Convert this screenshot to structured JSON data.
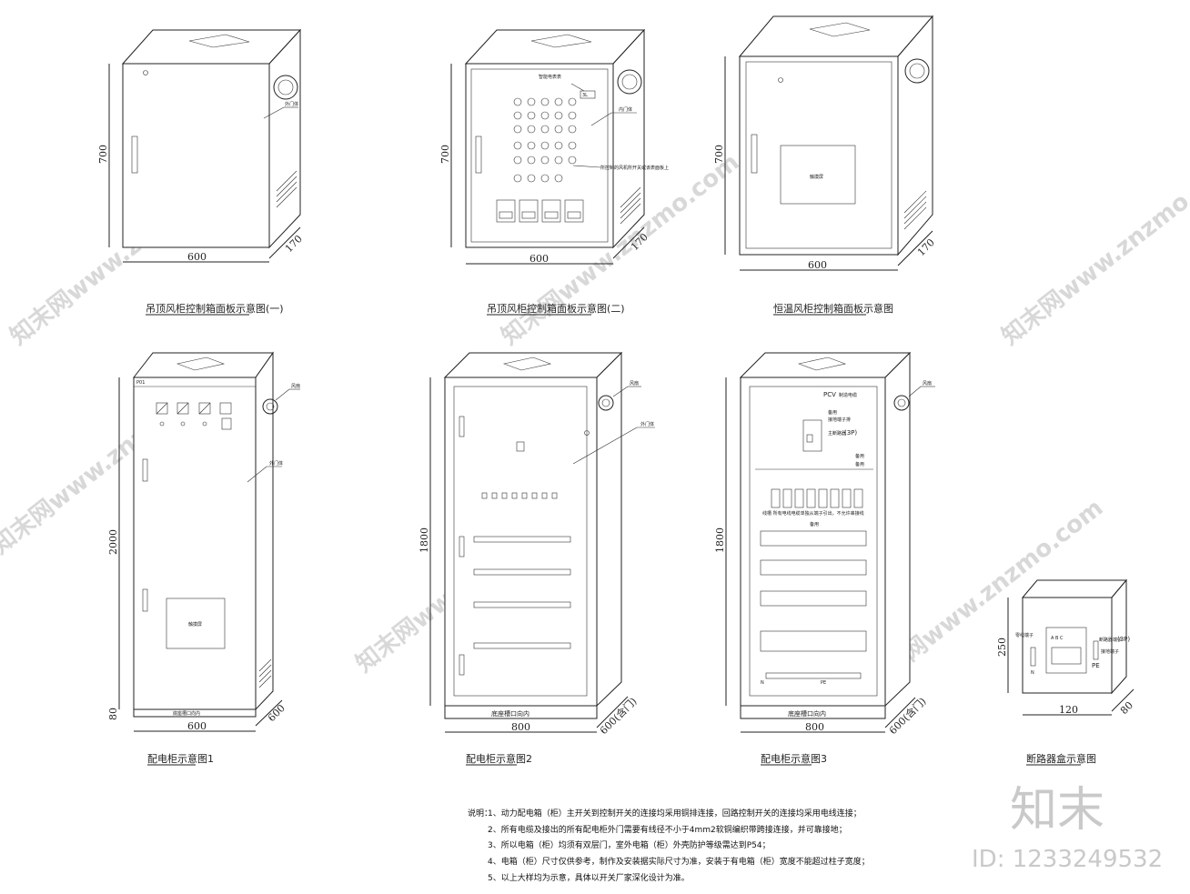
{
  "panels": {
    "p1": {
      "caption": "吊顶风柜控制箱面板示意图(一)",
      "h": "700",
      "w": "600",
      "d": "170",
      "door_label": "外门体"
    },
    "p2": {
      "caption": "吊顶风柜控制箱面板示意图(二)",
      "h": "700",
      "w": "600",
      "d": "170",
      "door_label": "内门体",
      "meter_label": "智能电表表",
      "meter_box": "3L",
      "switch_note": "所控制的风机所开关或该表面板上"
    },
    "p3": {
      "caption": "恒温风柜控制箱面板示意图",
      "h": "700",
      "w": "600",
      "d": "170",
      "panel_label": "触摸屏"
    },
    "p4": {
      "caption": "配电柜示意图1",
      "h": "2000",
      "base_h": "80",
      "w": "600",
      "d": "600",
      "fan_label": "风扇",
      "door_label": "外门体",
      "tag": "P01",
      "screen_label": "触摸屏",
      "base_label": "底座槽口向内"
    },
    "p5": {
      "caption": "配电柜示意图2",
      "h": "1800",
      "w": "800",
      "d": "600(含门)",
      "fan_label": "风扇",
      "door_label": "外门体",
      "base_label": "底座槽口向内"
    },
    "p6": {
      "caption": "配电柜示意图3",
      "h": "1800",
      "w": "800",
      "d": "600(含门)",
      "fan_label": "风扇",
      "pcv_label": "PCV",
      "pcv_sub": "制造电缆",
      "lbl_a": "备用",
      "lbl_b": "接地端子排",
      "lbl_c": "主断路器",
      "lbl_c2": "(3P)",
      "lbl_d": "备用",
      "lbl_e": "备用",
      "wire_note": "线槽 所有电线电缆单独从端子引出，不允许串接线",
      "lbl_f": "备用",
      "lbl_n": "N",
      "lbl_pe": "PE",
      "base_label": "底座槽口向内"
    },
    "p7": {
      "caption": "断路器盒示意图",
      "h": "250",
      "w": "120",
      "d": "80",
      "left_label": "零线端子",
      "right_label": "断路器端子",
      "right_label2": "(3P)",
      "bottom_label": "接地端子",
      "abc": "A B C",
      "lbl_n": "N",
      "lbl_pe": "PE"
    }
  },
  "notes": {
    "title": "说明：",
    "lines": [
      "1、动力配电箱（柜）主开关到控制开关的连接均采用铜排连接，回路控制开关的连接均采用电线连接；",
      "2、所有电缆及接出的所有配电柜外门需要有线径不小于4mm2软铜编织带跨接连接，并可靠接地；",
      "3、所以电箱（柜）均须有双层门，室外电箱（柜）外壳防护等级需达到P54；",
      "4、电箱（柜）尺寸仅供参考，制作及安装据实际尺寸为准，安装于有电箱（柜）宽度不能超过柱子宽度；",
      "5、以上大样均为示意，具体以开关厂家深化设计为准。"
    ]
  },
  "watermark": {
    "text": "知末网www.znzmo.com",
    "logo": "知末",
    "id": "ID: 1233249532"
  }
}
